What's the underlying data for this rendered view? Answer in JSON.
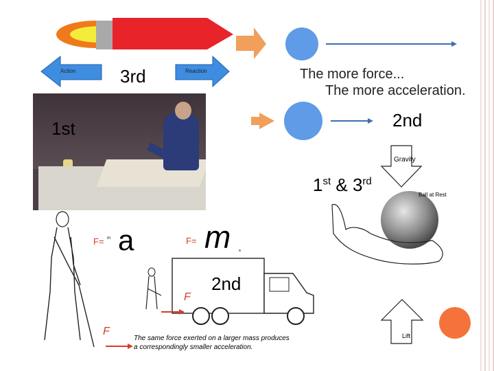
{
  "labels": {
    "third_top": "3rd",
    "first_left": "1st",
    "second_right": "2nd",
    "first_third": "1st",
    "first_third_sup1": "st",
    "first_third_amp": "&",
    "first_third_3": "3",
    "first_third_sup2": "rd",
    "second_truck": "2nd"
  },
  "rocket": {
    "action": "Action",
    "reaction": "Reaction"
  },
  "text": {
    "line1": "The more force...",
    "line2": "The more acceleration."
  },
  "ball_diagram": {
    "gravity": "Gravity",
    "ball_at_rest": "Ball at Rest",
    "lift": "Lift"
  },
  "formula": {
    "f_eq_left": "F=",
    "m_small": "m",
    "a_big": "a",
    "f_eq_right": "F=",
    "m_big": "m",
    "a_small": "a"
  },
  "truck": {
    "f1": "F",
    "f2": "F",
    "caption_line1": "The same force exerted on a larger mass produces",
    "caption_line2": "a correspondingly smaller acceleration."
  },
  "colors": {
    "rocket_red": "#e8232a",
    "flame_orange": "#ef7a1a",
    "flame_yellow": "#f4ec3a",
    "arrow_blue": "#3e8de0",
    "ball_blue": "#5f9be6",
    "orange_arrow": "#f0a05a",
    "orange_circle": "#f5733a",
    "force_red": "#d83a2a"
  }
}
